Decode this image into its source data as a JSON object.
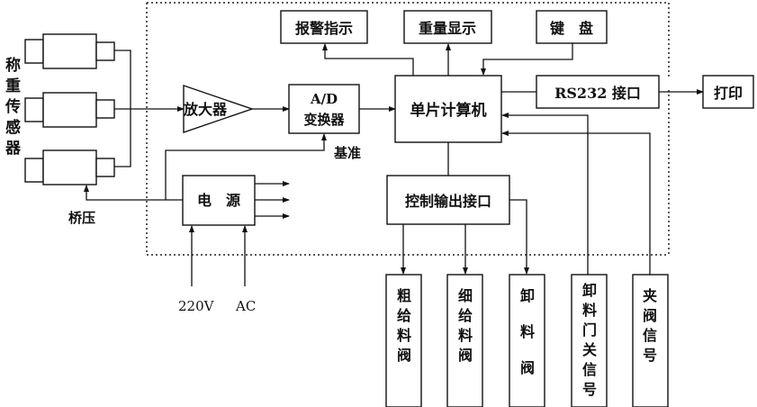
{
  "diagram": {
    "sensor_group_label": "称重传感器",
    "bridge_voltage_label": "桥压",
    "amplifier_label": "放大器",
    "adc": {
      "line1": "A/D",
      "line2": "变换器"
    },
    "reference_label": "基准",
    "power_label": "电　源",
    "power_input": {
      "voltage": "220V",
      "type": "AC"
    },
    "mcu_label": "单片计算机",
    "alarm_label": "报警指示",
    "weight_display_label": "重量显示",
    "keyboard_label": "键　盘",
    "rs232_label": "RS232 接口",
    "printer_label": "打印",
    "control_output_label": "控制输出接口",
    "outputs": [
      {
        "label": "粗给料阀"
      },
      {
        "label": "细给料阀"
      },
      {
        "label": "卸料阀"
      }
    ],
    "inputs": [
      {
        "label": "卸料门关信号"
      },
      {
        "label": "夹阀信号"
      }
    ]
  }
}
